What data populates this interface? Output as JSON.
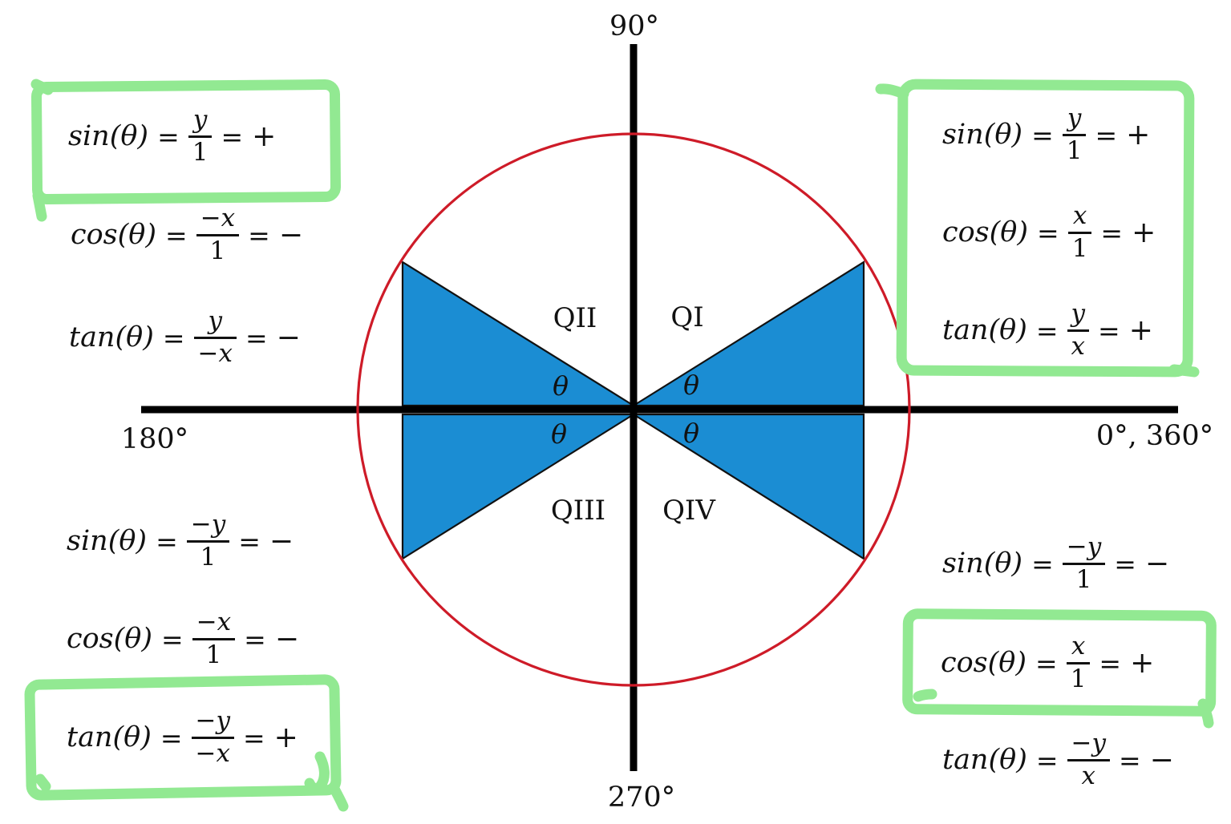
{
  "page": {
    "description": "Unit circle reference-angle diagram showing the sign of sin, cos and tan in each quadrant, with green marker highlights"
  },
  "diagram": {
    "axis_labels": {
      "top": "90°",
      "bottom": "270°",
      "left": "180°",
      "right": "0°, 360°"
    },
    "quadrant_labels": {
      "q1": "QI",
      "q2": "QII",
      "q3": "QIII",
      "q4": "QIV"
    },
    "theta": "θ",
    "colors": {
      "triangle": "#1b8dd3",
      "circle": "#ce1b28",
      "axis": "#000000",
      "highlight": "#92e992",
      "ink": "#111111"
    }
  },
  "equals": "=",
  "blocks": {
    "top_left": {
      "quadrant": "QII",
      "rows": [
        {
          "lhs": "sin(θ)",
          "num": "y",
          "den": "1",
          "sign": "+",
          "highlighted": true
        },
        {
          "lhs": "cos(θ)",
          "num": "−x",
          "den": "1",
          "sign": "−",
          "highlighted": false
        },
        {
          "lhs": "tan(θ)",
          "num": "y",
          "den": "−x",
          "sign": "−",
          "highlighted": false
        }
      ]
    },
    "top_right": {
      "quadrant": "QI",
      "block_highlighted": true,
      "rows": [
        {
          "lhs": "sin(θ)",
          "num": "y",
          "den": "1",
          "sign": "+",
          "highlighted": true
        },
        {
          "lhs": "cos(θ)",
          "num": "x",
          "den": "1",
          "sign": "+",
          "highlighted": true
        },
        {
          "lhs": "tan(θ)",
          "num": "y",
          "den": "x",
          "sign": "+",
          "highlighted": true
        }
      ]
    },
    "bottom_left": {
      "quadrant": "QIII",
      "rows": [
        {
          "lhs": "sin(θ)",
          "num": "−y",
          "den": "1",
          "sign": "−",
          "highlighted": false
        },
        {
          "lhs": "cos(θ)",
          "num": "−x",
          "den": "1",
          "sign": "−",
          "highlighted": false
        },
        {
          "lhs": "tan(θ)",
          "num": "−y",
          "den": "−x",
          "sign": "+",
          "highlighted": true
        }
      ]
    },
    "bottom_right": {
      "quadrant": "QIV",
      "rows": [
        {
          "lhs": "sin(θ)",
          "num": "−y",
          "den": "1",
          "sign": "−",
          "highlighted": false
        },
        {
          "lhs": "cos(θ)",
          "num": "x",
          "den": "1",
          "sign": "+",
          "highlighted": true
        },
        {
          "lhs": "tan(θ)",
          "num": "−y",
          "den": "x",
          "sign": "−",
          "highlighted": false
        }
      ]
    }
  }
}
